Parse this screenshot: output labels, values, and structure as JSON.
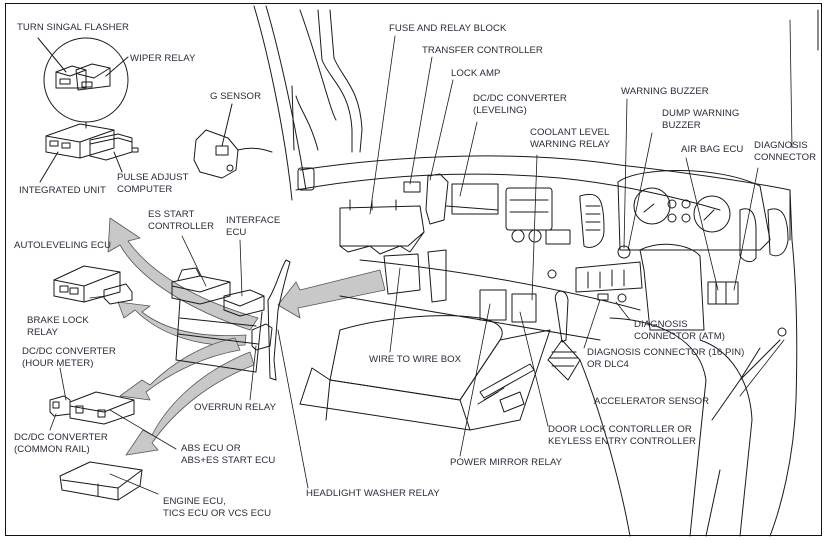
{
  "diagram": {
    "title": "Component location diagram (vehicle interior, instrument panel)",
    "colors": {
      "line": "#1a1a1a",
      "arrow_fill": "#c8c8c8",
      "text": "#2b2b3a"
    },
    "labels": {
      "turn_signal_flasher": [
        "TURN SINGAL FLASHER"
      ],
      "wiper_relay": [
        "WIPER RELAY"
      ],
      "integrated_unit": [
        "INTEGRATED UNIT"
      ],
      "pulse_adjust_computer": [
        "PULSE ADJUST",
        "COMPUTER"
      ],
      "g_sensor": [
        "G SENSOR"
      ],
      "fuse_and_relay_block": [
        "FUSE AND RELAY BLOCK"
      ],
      "transfer_controller": [
        "TRANSFER CONTROLLER"
      ],
      "lock_amp": [
        "LOCK AMP"
      ],
      "dcdc_converter_leveling": [
        "DC/DC CONVERTER",
        "(LEVELING)"
      ],
      "coolant_level_warning_relay": [
        "COOLANT LEVEL",
        "WARNING RELAY"
      ],
      "warning_buzzer": [
        "WARNING BUZZER"
      ],
      "dump_warning_buzzer": [
        "DUMP WARNING",
        "BUZZER"
      ],
      "air_bag_ecu": [
        "AIR BAG ECU"
      ],
      "diagnosis_connector": [
        "DIAGNOSIS",
        "CONNECTOR"
      ],
      "es_start_controller": [
        "ES START",
        "CONTROLLER"
      ],
      "interface_ecu": [
        "INTERFACE",
        "ECU"
      ],
      "autoleveling_ecu": [
        "AUTOLEVELING ECU"
      ],
      "brake_lock_relay": [
        "BRAKE LOCK",
        "RELAY"
      ],
      "dcdc_converter_hour_meter": [
        "DC/DC CONVERTER",
        "(HOUR METER)"
      ],
      "overrun_relay": [
        "OVERRUN RELAY"
      ],
      "dcdc_converter_common_rail": [
        "DC/DC CONVERTER",
        "(COMMON RAIL)"
      ],
      "abs_ecu": [
        "ABS ECU OR",
        "ABS+ES START ECU"
      ],
      "engine_ecu": [
        "ENGINE ECU,",
        "TICS ECU OR VCS ECU"
      ],
      "headlight_washer_relay": [
        "HEADLIGHT WASHER RELAY"
      ],
      "wire_to_wire_box": [
        "WIRE TO WIRE BOX"
      ],
      "power_mirror_relay": [
        "POWER MIRROR RELAY"
      ],
      "door_lock_controller": [
        "DOOR LOCK CONTORLLER OR",
        "KEYLESS ENTRY CONTROLLER"
      ],
      "diagnosis_connector_atm": [
        "DIAGNOSIS",
        "CONNECTOR (ATM)"
      ],
      "diagnosis_connector_16pin": [
        "DIAGNOSIS CONNECTOR (16 PIN)",
        "OR DLC4"
      ],
      "accelerator_sensor": [
        "ACCELERATOR SENSOR"
      ]
    }
  }
}
